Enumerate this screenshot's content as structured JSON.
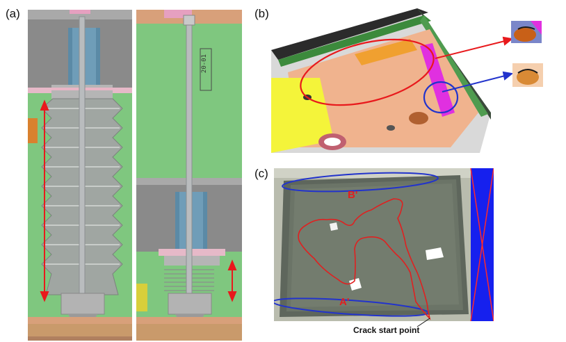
{
  "panels": {
    "a": {
      "label": "(a)"
    },
    "b": {
      "label": "(b)"
    },
    "c": {
      "label": "(c)"
    }
  },
  "panel_a_right": {
    "vertical_text": "20-01"
  },
  "panel_c": {
    "label_top": "B'",
    "label_bottom": "A'",
    "caption": "Crack start point"
  },
  "colors": {
    "arrow_red": "#e8191c",
    "ellipse_blue": "#2233cc",
    "crack_red": "#e02020",
    "bellows_gray": "#9ea3a0",
    "shaft_blue": "#5b8aa6",
    "plate_green": "#6fbf6f"
  }
}
